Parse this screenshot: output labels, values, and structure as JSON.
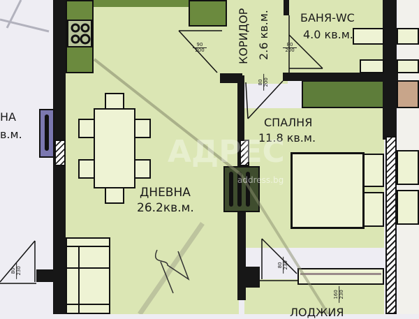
{
  "floorplan": {
    "rooms": {
      "living": {
        "name": "ДНЕВНА",
        "area": "26.2кв.м."
      },
      "bedroom": {
        "name": "СПАЛНЯ",
        "area": "11.8 кв.м."
      },
      "bathroom": {
        "name": "БАНЯ-WC",
        "area": "4.0 кв.м."
      },
      "corridor": {
        "name": "КОРИДОР",
        "area": "2.6 кв.м."
      },
      "loggia": {
        "name": "ЛОДЖИЯ"
      },
      "left_room": {
        "name_fragment": "НА",
        "area_fragment": "в.м."
      }
    },
    "door_dims": [
      {
        "id": "living-door",
        "width": "90",
        "height": "200"
      },
      {
        "id": "corridor-door",
        "width": "80",
        "height": "200"
      },
      {
        "id": "bath-door",
        "width": "80",
        "height": "200"
      },
      {
        "id": "left-balcony-door",
        "width": "80",
        "height": "230"
      },
      {
        "id": "bedroom-balcony-door",
        "width": "80",
        "height": "230"
      },
      {
        "id": "loggia-window",
        "width": "160",
        "height": "230"
      }
    ],
    "watermark": {
      "brand": "АДРЕС",
      "url": "address.bg"
    },
    "colors": {
      "floor": "#dbe6b4",
      "wall": "#171717",
      "kitchen_counter": "#6b8a3e",
      "outside": "#eeedf3",
      "wardrobe_brown": "#c8a58a"
    }
  }
}
